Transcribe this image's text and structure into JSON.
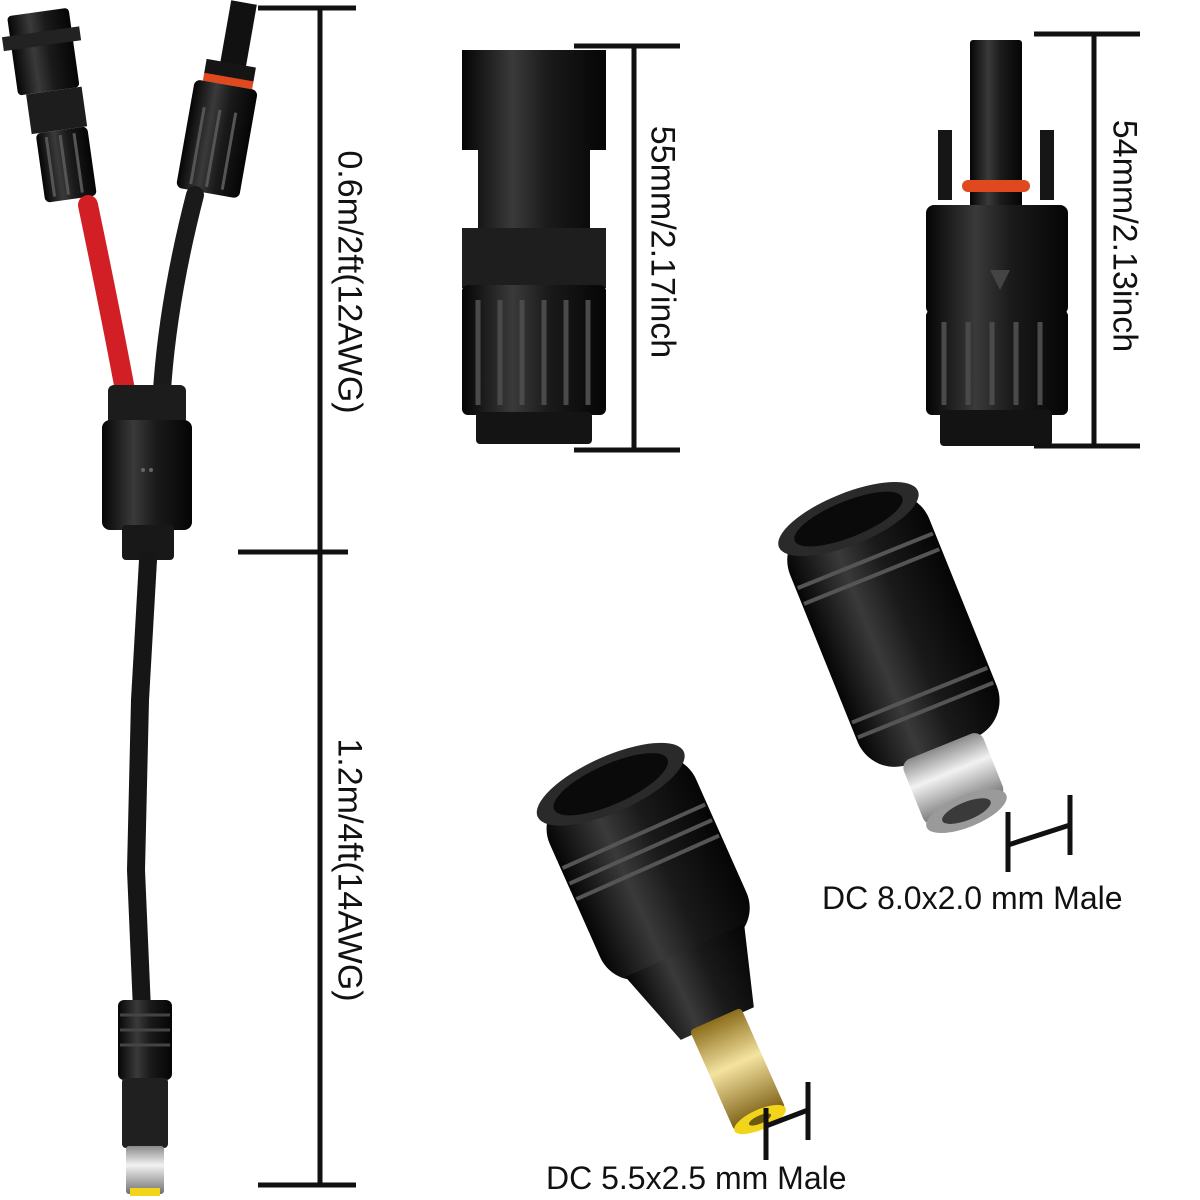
{
  "labels": {
    "cable_upper": "0.6m/2ft(12AWG)",
    "cable_lower": "1.2m/4ft(14AWG)",
    "female_connector": "55mm/2.17inch",
    "male_connector": "54mm/2.13inch",
    "adapter_8mm": "DC 8.0x2.0 mm Male",
    "adapter_55mm": "DC 5.5x2.5 mm Male"
  },
  "colors": {
    "background": "#ffffff",
    "connector_black": "#141414",
    "cable_red": "#d21f26",
    "seal_ring_orange": "#e0481e",
    "tip_yellow": "#f2d51a",
    "metal": "#c8c8c8"
  }
}
